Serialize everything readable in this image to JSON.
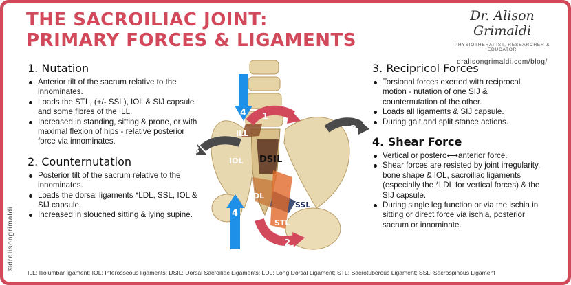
{
  "title": {
    "line1": "THE SACROILIAC JOINT:",
    "line2": "PRIMARY FORCES & LIGAMENTS"
  },
  "brand": {
    "signature": "Dr. Alison Grimaldi",
    "subtitle": "PHYSIOTHERAPIST, RESEARCHER & EDUCATOR",
    "url": "dralisongrimaldi.com/blog/",
    "handle": "©dralisongrimaldi"
  },
  "sections": {
    "nutation": {
      "heading": "1. Nutation",
      "bullets": [
        "Anterior tilt of the sacrum relative to the innominates.",
        "Loads the STL, (+/- SSL), IOL & SIJ capsule and some fibres of the ILL.",
        "Increased in standing, sitting & prone, or with maximal flexion of hips - relative posterior force via innominates."
      ]
    },
    "counternutation": {
      "heading": "2. Counternutation",
      "bullets": [
        "Posterior tilt of the sacrum relative to the innominates.",
        "Loads the dorsal ligaments *LDL, SSL, IOL & SIJ capsule.",
        "Increased in slouched sitting & lying supine."
      ]
    },
    "reciprocal": {
      "heading": "3. Recipricol Forces",
      "bullets": [
        "Torsional forces exerted with reciprocal motion - nutation of one SIJ & counternutation of the other.",
        "Loads all ligaments & SIJ capsule.",
        "During gait and split stance actions."
      ]
    },
    "shear": {
      "heading": "4. Shear Force",
      "bullets": [
        "Vertical or postero⟷anterior force.",
        "Shear forces are resisted by joint irregularity, bone shape & IOL, sacroiliac ligaments (especially the *LDL for vertical forces) & the SIJ capsule.",
        "During single leg function or via the ischia in sitting or direct force via ischia, posterior sacrum or innominate."
      ]
    }
  },
  "illustration": {
    "labels": {
      "ill": "ILL",
      "iol": "IOL",
      "dsil": "DSIL",
      "ldl": "LDL",
      "ssl": "SSL",
      "stl": "STL"
    },
    "arrows": {
      "n1": "1",
      "n2": "2",
      "n3a": "3",
      "n3b": "3",
      "n4a": "4",
      "n4b": "4"
    },
    "colors": {
      "accent": "#d1495b",
      "blue": "#1e90e8",
      "grey": "#4a4a4a",
      "bone": "#e8d8b0",
      "ligament": "#e0692a"
    }
  },
  "footnote": "ILL: Iliolumbar ligament; IOL: Interosseous ligaments; DSIL: Dorsal Sacroiliac Ligaments; LDL: Long Dorsal Ligament; STL: Sacrotuberous Ligament; SSL: Sacrospinous Ligament"
}
